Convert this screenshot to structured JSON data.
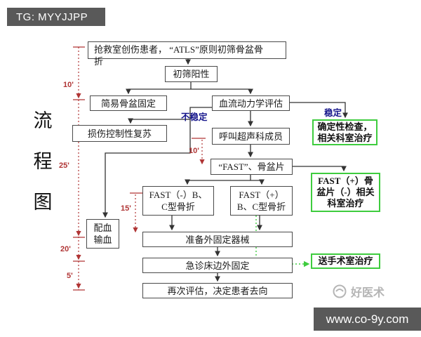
{
  "tg_badge": {
    "label": "TG: MYYJJPP"
  },
  "sidebar": {
    "title": "流程图",
    "chars": [
      "流",
      "程",
      "图"
    ]
  },
  "timeline": {
    "seg1": "10'",
    "seg2": "25'",
    "seg3": "20'",
    "seg4": "5'",
    "inner_a": "10'",
    "inner_b": "15'"
  },
  "branch_labels": {
    "unstable": "不稳定",
    "stable": "稳定"
  },
  "flow": {
    "atls_line1": "抢救室创伤患者， “ATLS”原则初筛骨盆骨",
    "atls_line2": "折",
    "screen_positive": "初筛阳性",
    "simple_fixation": "简易骨盆固定",
    "hemodynamic": "血流动力学评估",
    "damage_control": "损伤控制性复苏",
    "call_ultrasound": "呼叫超声科成员",
    "fast_pelvic": "“FAST”、骨盆片",
    "fast_neg_line1": "FAST（-）B、",
    "fast_neg_line2": "C型骨折",
    "fast_pos_line1": "FAST（+）",
    "fast_pos_line2": "B、C型骨折",
    "blood_line1": "配血",
    "blood_line2": "输血",
    "prepare": "准备外固定器械",
    "bedside": "急诊床边外固定",
    "reassess": "再次评估，决定患者去向",
    "definitive_line1": "确定性检查，",
    "definitive_line2": "相关科室治疗",
    "fast_pos_neg_line1": "FAST（+）骨",
    "fast_pos_neg_line2": "盆片（-）相关",
    "fast_pos_neg_line3": "科室治疗",
    "or_treatment": "送手术室治疗"
  },
  "watermark": {
    "brand": "好医术"
  },
  "footer": {
    "url": "www.co-9y.com"
  },
  "colors": {
    "bar_bg": "#595959",
    "flow_green": "#3ecc3e",
    "timeline_red": "#b03535",
    "branch_navy": "#16168c",
    "box_border": "#4a4a4a"
  }
}
